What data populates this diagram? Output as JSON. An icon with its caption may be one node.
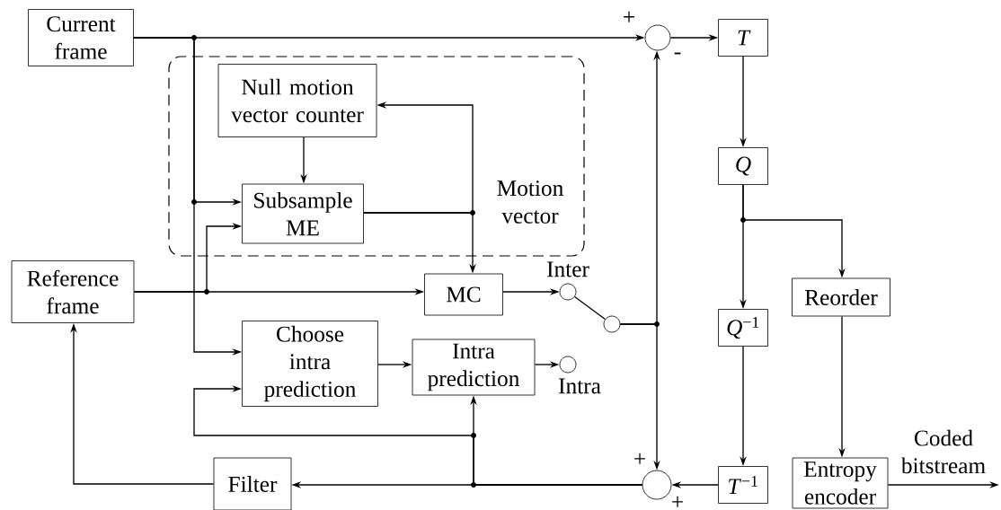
{
  "diagram": {
    "nodes": [
      {
        "text": [
          "Current frame"
        ]
      },
      {
        "text": [
          "Motion vector"
        ]
      },
      {
        "text": [
          "Null motion vector counter"
        ],
        "in": 1
      },
      {
        "text": [
          "Subsample ME"
        ],
        "in": 1
      },
      {
        "text": [
          "Reference frame"
        ]
      },
      {
        "text": [
          "MC"
        ]
      },
      {
        "text": [],
        "shape": "circle",
        "beside": [
          "Inter"
        ]
      },
      {
        "text": [],
        "shape": "circle"
      },
      {
        "text": [
          "Choose intra prediction"
        ]
      },
      {
        "text": [
          "Intra prediction"
        ]
      },
      {
        "text": [],
        "shape": "circle",
        "beside": [
          "Intra"
        ]
      },
      {
        "text": [],
        "shape": "circle",
        "beside": [
          "+",
          "-"
        ]
      },
      {
        "text": [
          "T"
        ]
      },
      {
        "text": [
          "Q"
        ]
      },
      {
        "text": [
          "*Q*$^{−1}$"
        ]
      },
      {
        "text": [
          "*T*$^{−1}$"
        ]
      },
      {
        "text": [
          "Reorder"
        ]
      },
      {
        "text": [
          "Entropy encoder"
        ]
      },
      {
        "text": [
          "Filter"
        ]
      },
      {
        "text": [],
        "shape": "circle",
        "beside": [
          "+",
          "+"
        ]
      }
    ],
    "edges": [
      {
        "from": 0,
        "to": 11,
        "arrow": "to"
      },
      {
        "from": 0,
        "to": 3,
        "arrow": "to"
      },
      {
        "from": 0,
        "to": 8,
        "arrow": "to"
      },
      {
        "from": 4,
        "to": 5,
        "arrow": "to"
      },
      {
        "from": 4,
        "to": 3,
        "arrow": "to"
      },
      {
        "from": 2,
        "to": 3,
        "arrow": "to"
      },
      {
        "from": 3,
        "to": 2,
        "arrow": "to"
      },
      {
        "from": 3,
        "to": 5,
        "arrow": "to"
      },
      {
        "from": 5,
        "to": 6,
        "arrow": "to"
      },
      {
        "from": 6,
        "to": 7,
        "arrow": "none"
      },
      {
        "from": 7,
        "to": 11,
        "arrow": "to"
      },
      {
        "from": 7,
        "to": 19,
        "arrow": "to"
      },
      {
        "from": 8,
        "to": 9,
        "arrow": "to"
      },
      {
        "from": 9,
        "to": 10,
        "arrow": "to"
      },
      {
        "from": 11,
        "to": 12,
        "arrow": "to"
      },
      {
        "from": 12,
        "to": 13,
        "arrow": "to"
      },
      {
        "from": 13,
        "to": 16,
        "arrow": "to"
      },
      {
        "from": 13,
        "to": 14,
        "arrow": "to"
      },
      {
        "from": 14,
        "to": 15,
        "arrow": "to"
      },
      {
        "from": 15,
        "to": 19,
        "arrow": "to"
      },
      {
        "from": 19,
        "to": 18,
        "arrow": "to"
      },
      {
        "from": 19,
        "to": 9,
        "arrow": "to"
      },
      {
        "from": 19,
        "to": 8,
        "arrow": "to"
      },
      {
        "from": 18,
        "to": 4,
        "arrow": "to"
      },
      {
        "from": 16,
        "to": 17,
        "arrow": "to"
      },
      {
        "from": 17,
        "to": null,
        "arrow": "to",
        "label": "Coded bitstream"
      }
    ]
  }
}
